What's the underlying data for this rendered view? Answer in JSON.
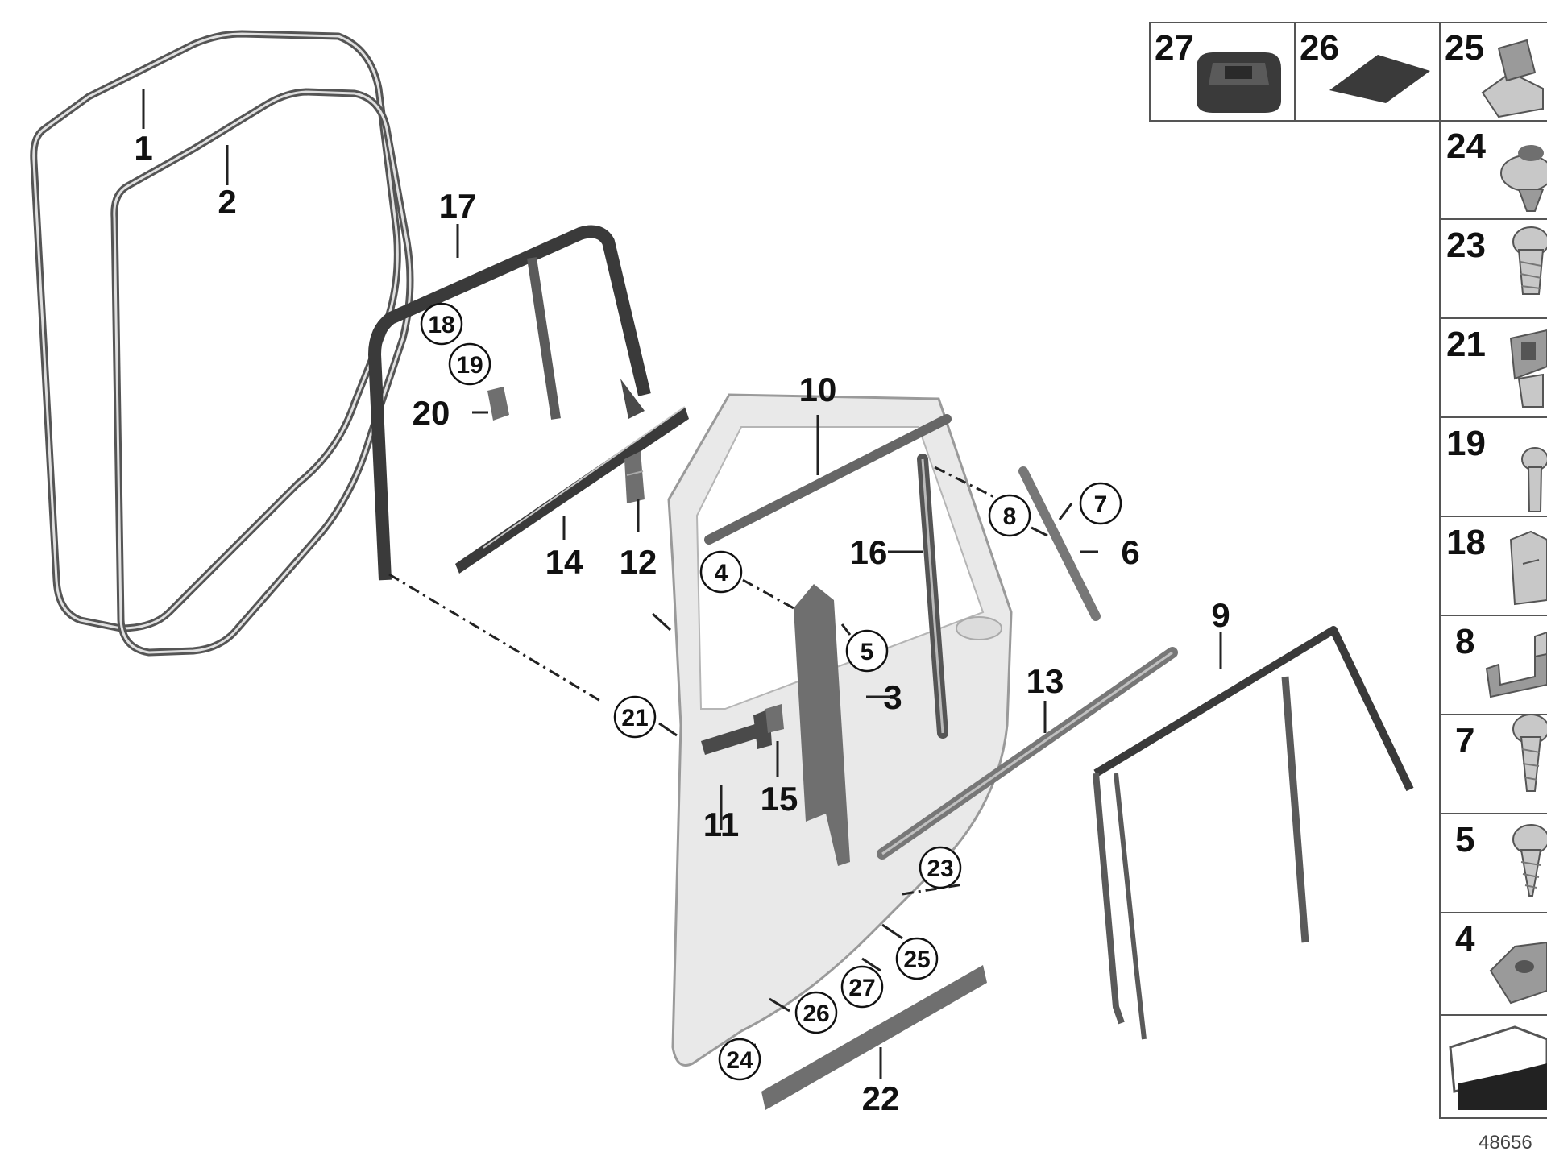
{
  "diagram": {
    "image_number": "48656",
    "callouts_plain": [
      "1",
      "2",
      "3",
      "6",
      "9",
      "10",
      "11",
      "12",
      "13",
      "14",
      "15",
      "16",
      "17",
      "20",
      "22"
    ],
    "callouts_circled": [
      "4",
      "5",
      "7",
      "8",
      "18",
      "19",
      "21",
      "23",
      "24",
      "25",
      "26",
      "27"
    ],
    "parts_panel": {
      "top_row": [
        "27",
        "26",
        "25"
      ],
      "column": [
        "24",
        "23",
        "21",
        "19",
        "18",
        "8",
        "7",
        "5",
        "4"
      ]
    },
    "colors": {
      "seal": "#555555",
      "door_panel": "#e9e9e9",
      "outline": "#333333",
      "part_dark": "#3a3a3a",
      "part_mid": "#6f6f6f",
      "part_light": "#c8c8c8"
    }
  }
}
